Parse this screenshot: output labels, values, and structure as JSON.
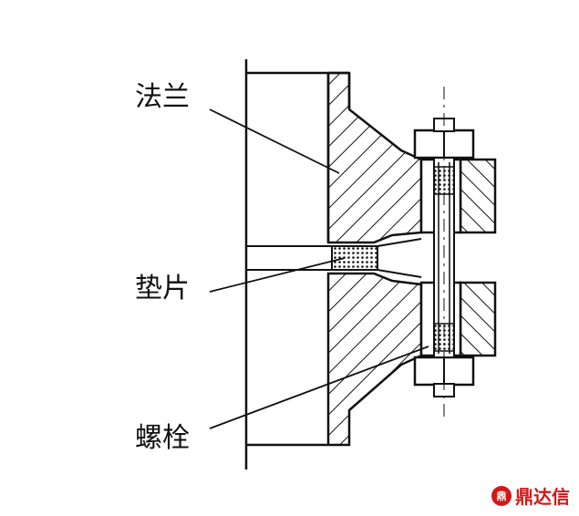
{
  "labels": {
    "flange": "法兰",
    "gasket": "垫片",
    "bolt": "螺栓"
  },
  "watermark": {
    "text": "鼎达信",
    "color": "#d01818",
    "icon": "logo-mark-icon"
  }
}
